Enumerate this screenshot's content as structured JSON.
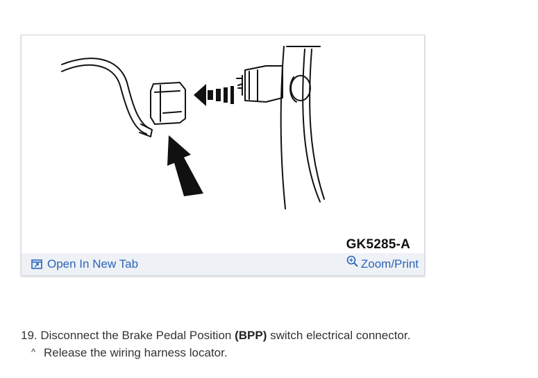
{
  "figure": {
    "code": "GK5285-A",
    "open_tab_label": "Open In New Tab",
    "zoom_label": "Zoom/Print",
    "open_tab_icon": "open-in-new-tab-icon",
    "zoom_icon": "zoom-in-icon"
  },
  "steps": {
    "number": "19.",
    "text_before": "Disconnect the Brake Pedal Position",
    "bold_term": "(BPP)",
    "text_after": "switch electrical connector.",
    "sub_marker": "^",
    "sub_text": "Release the wiring harness locator."
  },
  "colors": {
    "link": "#2a64b7",
    "bar_background": "#eef1f6",
    "border": "#cfd4da"
  }
}
